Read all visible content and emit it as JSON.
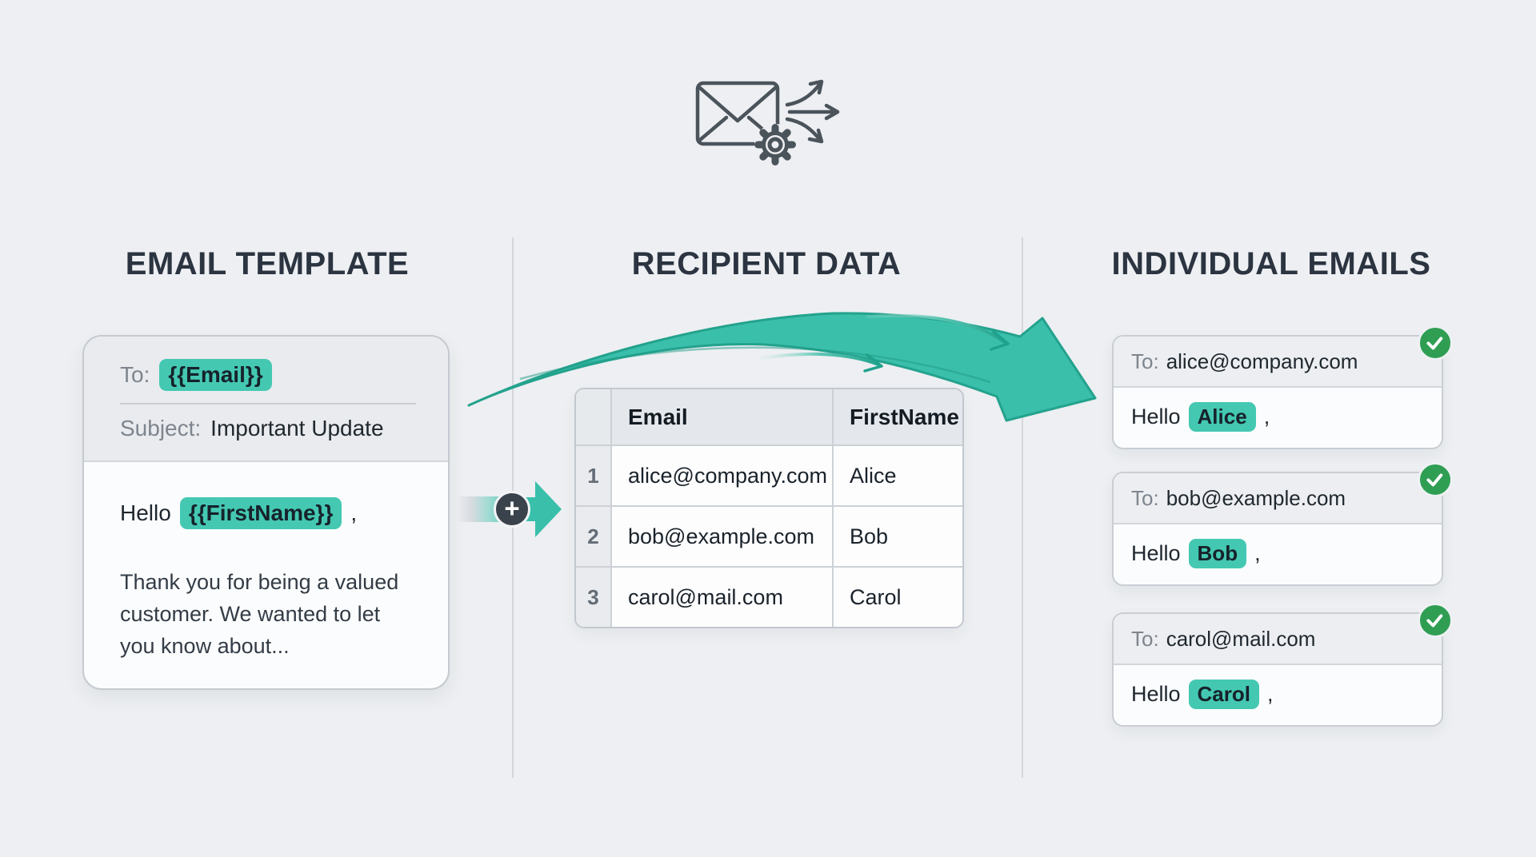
{
  "colors": {
    "page_bg": "#edeff2",
    "highlight_teal": "#44c8b2",
    "flow_arrow_teal": "#3abfab",
    "badge_green": "#2f9e53",
    "icon_slate": "#4b535b"
  },
  "hero": {
    "icon": "envelope-gear-fanout"
  },
  "sections": {
    "left_title": "EMAIL TEMPLATE",
    "middle_title": "RECIPIENT DATA",
    "right_title": "INDIVIDUAL EMAILS"
  },
  "template_card": {
    "to_label": "To:",
    "to_variable": "{{Email}}",
    "subject_label": "Subject:",
    "subject_value": "Important Update",
    "greeting_prefix": "Hello",
    "greeting_variable": "{{FirstName}}",
    "greeting_punctuation": ",",
    "body_lines": [
      "Thank you for being a valued",
      "customer. We wanted to let",
      "you know about..."
    ]
  },
  "merge_step": {
    "plus_label": "+"
  },
  "recipient_table": {
    "headers": {
      "email": "Email",
      "first_name": "FirstName"
    },
    "rows": [
      {
        "num": "1",
        "email": "alice@company.com",
        "first_name": "Alice"
      },
      {
        "num": "2",
        "email": "bob@example.com",
        "first_name": "Bob"
      },
      {
        "num": "3",
        "email": "carol@mail.com",
        "first_name": "Carol"
      }
    ]
  },
  "emails": [
    {
      "to_label": "To:",
      "address": "alice@company.com",
      "greeting_prefix": "Hello",
      "name": "Alice",
      "punctuation": ","
    },
    {
      "to_label": "To:",
      "address": "bob@example.com",
      "greeting_prefix": "Hello",
      "name": "Bob",
      "punctuation": ","
    },
    {
      "to_label": "To:",
      "address": "carol@mail.com",
      "greeting_prefix": "Hello",
      "name": "Carol",
      "punctuation": ","
    }
  ]
}
